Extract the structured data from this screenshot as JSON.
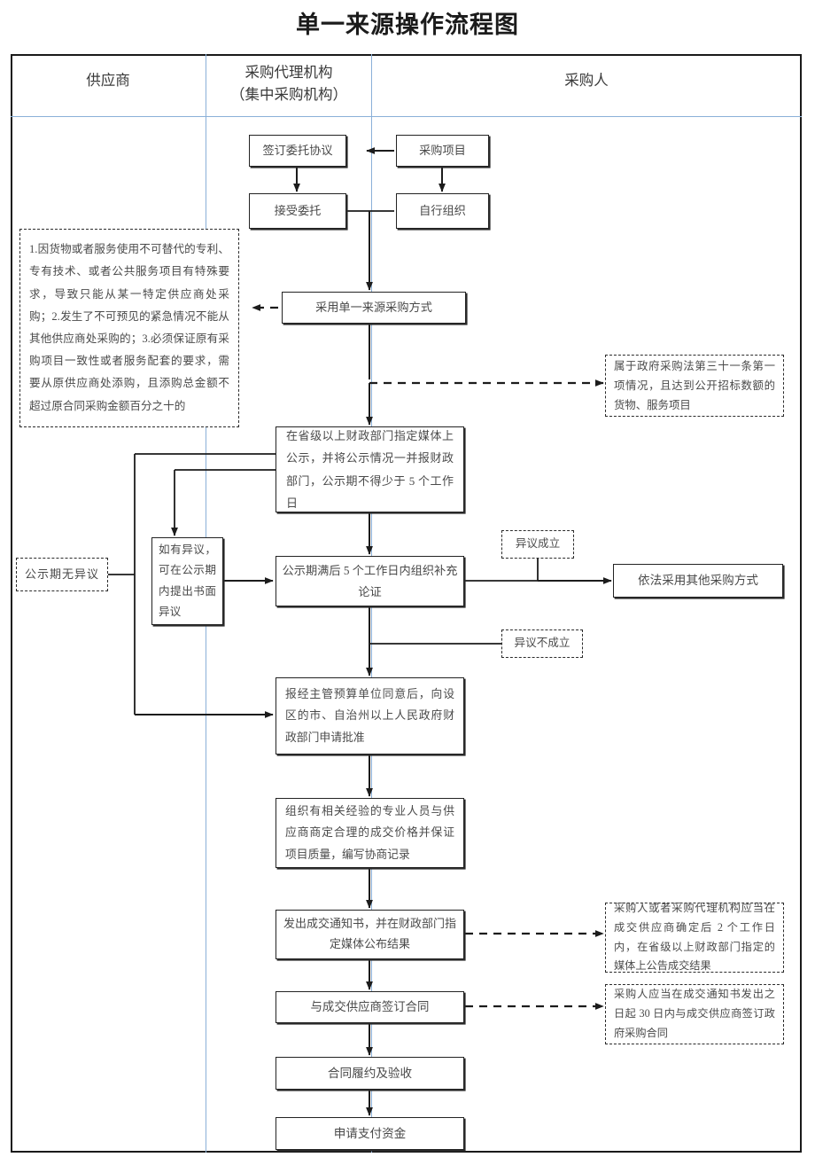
{
  "document": {
    "title": "单一来源操作流程图"
  },
  "lanes": [
    {
      "id": "supplier",
      "label": "供应商",
      "sub": ""
    },
    {
      "id": "agency",
      "label": "采购代理机构",
      "sub": "（集中采购机构）"
    },
    {
      "id": "purchaser",
      "label": "采购人",
      "sub": ""
    }
  ],
  "nodes": {
    "sign_entrust": "签订委托协议",
    "purchase_project": "采购项目",
    "accept_entrust": "接受委托",
    "self_organize": "自行组织",
    "single_source_method": "采用单一来源采购方式",
    "publicity": "在省级以上财政部门指定媒体上公示，并将公示情况一并报财政部门，公示期不得少于 5 个工作日",
    "written_objection": "如有异议，可在公示期内提出书面异议",
    "supplementary_demo": "公示期满后 5 个工作日内组织补充论证",
    "other_method": "依法采用其他采购方式",
    "approval": "报经主管预算单位同意后，向设区的市、自治州以上人民政府财政部门申请批准",
    "negotiate_price": "组织有相关经验的专业人员与供应商商定合理的成交价格并保证项目质量，编写协商记录",
    "issue_notice": "发出成交通知书，并在财政部门指定媒体公布结果",
    "sign_contract": "与成交供应商签订合同",
    "contract_perform": "合同履约及验收",
    "apply_payment": "申请支付资金"
  },
  "notes": {
    "single_source_conditions": "1.因货物或者服务使用不可替代的专利、专有技术、或者公共服务项目有特殊要求，导致只能从某一特定供应商处采购；2.发生了不可预见的紧急情况不能从其他供应商处采购的；3.必须保证原有采购项目一致性或者服务配套的要求，需要从原供应商处添购，且添购总金额不超过原合同采购金额百分之十的",
    "law_article_31": "属于政府采购法第三十一条第一项情况，且达到公开招标数额的货物、服务项目",
    "no_objection": "公示期无异议",
    "objection_valid": "异议成立",
    "objection_invalid": "异议不成立",
    "announce_result": "采购人或者采购代理机构应当在成交供应商确定后 2 个工作日内，在省级以上财政部门指定的媒体上公告成交结果",
    "contract_30days": "采购人应当在成交通知书发出之日起 30 日内与成交供应商签订政府采购合同"
  },
  "colors": {
    "border": "#232323",
    "lane_divider": "#8ab0d8",
    "text": "#4a4a4a",
    "title": "#1b1b1b"
  }
}
